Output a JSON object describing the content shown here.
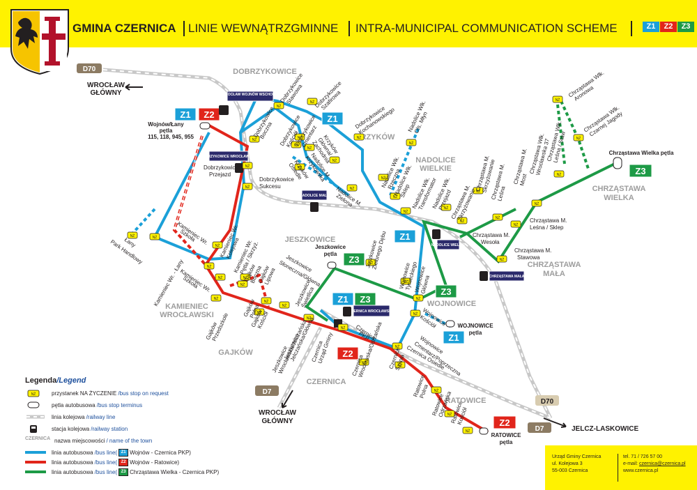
{
  "header": {
    "gmina": "GMINA CZERNICA",
    "title_pl": "LINIE WEWNĄTRZGMINNE",
    "title_en": "INTRA-MUNICIPAL COMMUNICATION SCHEME",
    "lines": [
      {
        "code": "Z1",
        "color": "#1ba0d8"
      },
      {
        "code": "Z2",
        "color": "#e1251b"
      },
      {
        "code": "Z3",
        "color": "#1d9a46"
      }
    ]
  },
  "colors": {
    "z1": "#1ba0d8",
    "z2": "#e1251b",
    "z3": "#1d9a46",
    "rail": "#c8c8c8",
    "yellow": "#fff200",
    "station": "#2b2a6b",
    "road": "#8c7b63"
  },
  "towns": {
    "dobrzykowice": "DOBRZYKOWICE",
    "krzykow": "KRZYKÓW",
    "nadolice_1": "NADOLICE",
    "nadolice_2": "WIELKIE",
    "jeszkowice": "JESZKOWICE",
    "chrzastawa_w_1": "CHRZĄSTAWA",
    "chrzastawa_w_2": "WIELKA",
    "chrzastawa_m_1": "CHRZĄSTAWA",
    "chrzastawa_m_2": "MAŁA",
    "wojnowice": "WOJNOWICE",
    "kamieniec_1": "KAMIENIEC",
    "kamieniec_2": "WROCŁAWSKI",
    "gajkow": "GAJKÓW",
    "czernica": "CZERNICA",
    "ratowice": "RATOWICE"
  },
  "destinations": {
    "wroclaw_top_1": "WROCŁAW",
    "wroclaw_top_2": "GŁÓWNY",
    "wroclaw_bottom_1": "WROCŁAW",
    "wroclaw_bottom_2": "GŁÓWNY",
    "jelcz": "JELCZ-LASKOWICE"
  },
  "roads": {
    "d70_top": "D70",
    "d7_bottom": "D7",
    "d70_right": "D70",
    "d7_right": "D7"
  },
  "stations": {
    "wroclaw_wojnow": "WROCŁAW WOJNÓW WSCHODNI",
    "dobrzykowice_wroc": "DOBRZYKOWICE WROCŁAWSKIE",
    "nadolice_male": "NADOLICE MAŁE",
    "nadolice_wielkie": "NADOLICE WIELKIE",
    "chrzastawa_mala": "CHRZĄSTAWA MAŁA",
    "czernica_wroc": "CZERNICA WROCŁAWSKA"
  },
  "terminals": {
    "wojnow_lany_1": "Wojnów/Łany",
    "wojnow_lany_2": "pętla",
    "wojnow_lany_3": "115, 118, 945, 955",
    "jeszkowice_1": "Jeszkowice",
    "jeszkowice_2": "pętla",
    "wojnowice_1": "WOJNOWICE",
    "wojnowice_2": "pętla",
    "ratowice_1": "RATOWICE",
    "ratowice_2": "pętla",
    "chrzastawa_w": "Chrząstawa Wielka pętla"
  },
  "stop_badge": "NŻ",
  "stops": [
    {
      "id": "dob_stawowa_1",
      "t": "Dobrzykowice"
    },
    {
      "id": "dob_stawowa_2",
      "t": "Stawowa"
    },
    {
      "id": "dob_szafirowa_1",
      "t": "Dobrzykowice"
    },
    {
      "id": "dob_szafirowa_2",
      "t": "Szafirowa"
    },
    {
      "id": "dob_kochan_1",
      "t": "Dobrzykowice"
    },
    {
      "id": "dob_kochan_2",
      "t": "Kochanowskiego"
    },
    {
      "id": "dob_boczna_1",
      "t": "Dobrzykowice"
    },
    {
      "id": "dob_boczna_2",
      "t": "Boczna"
    },
    {
      "id": "dob_kosciol_1",
      "t": "Dobrzykowice"
    },
    {
      "id": "dob_kosciol_2",
      "t": "Kościół"
    },
    {
      "id": "dob_cmentarz_1",
      "t": "Dobrzykowice"
    },
    {
      "id": "dob_cmentarz_2",
      "t": "Cmentarz"
    },
    {
      "id": "krz_glowna_1",
      "t": "Krzyków"
    },
    {
      "id": "krz_glowna_2",
      "t": "Główna/"
    },
    {
      "id": "krz_glowna_3",
      "t": "Zachodnia"
    },
    {
      "id": "nad_krzykowska_1",
      "t": "Nadolice M."
    },
    {
      "id": "nad_krzykowska_2",
      "t": "Krzykowska"
    },
    {
      "id": "krz_osiedle_1",
      "t": "Krzyków"
    },
    {
      "id": "krz_osiedle_2",
      "t": "Osiedle"
    },
    {
      "id": "dob_przejazd_1",
      "t": "Dobrzykowice"
    },
    {
      "id": "dob_przejazd_2",
      "t": "Przejazd"
    },
    {
      "id": "dob_sukcesu_1",
      "t": "Dobrzykowice"
    },
    {
      "id": "dob_sukcesu_2",
      "t": "Sukcesu"
    },
    {
      "id": "nad_zielona_1",
      "t": "Nadolice M."
    },
    {
      "id": "nad_zielona_2",
      "t": "Zielona"
    },
    {
      "id": "nad_rzeczna_1",
      "t": "Nadolice Wlk."
    },
    {
      "id": "nad_rzeczna_2",
      "t": "Rzeczna"
    },
    {
      "id": "nad_olsmlyn_1",
      "t": "Nadolice Wlk."
    },
    {
      "id": "nad_olsmlyn_2",
      "t": "Ols. Młyn"
    },
    {
      "id": "nad_sklep_1",
      "t": "Nadolice Wlk."
    },
    {
      "id": "nad_sklep_2",
      "t": "Sklep"
    },
    {
      "id": "nad_transf_1",
      "t": "Nadolice Wlk."
    },
    {
      "id": "nad_transf_2",
      "t": "Transformator"
    },
    {
      "id": "nad_przejazd_1",
      "t": "Nadolice Wlk."
    },
    {
      "id": "nad_przejazd_2",
      "t": "Przejazd"
    },
    {
      "id": "chm_krzyz_1",
      "t": "Chrząstawa M."
    },
    {
      "id": "chm_krzyz_2",
      "t": "Skrzyżowanie"
    },
    {
      "id": "chm_krzyz2_1",
      "t": "Chrząstawa M."
    },
    {
      "id": "chm_krzyz2_2",
      "t": "Skrzyżowanie"
    },
    {
      "id": "chm_lesna2_1",
      "t": "Chrząstawa M."
    },
    {
      "id": "chm_lesna2_2",
      "t": "Leśna"
    },
    {
      "id": "chm_most_1",
      "t": "Chrząstawa M."
    },
    {
      "id": "chm_most_2",
      "t": "Most"
    },
    {
      "id": "chw_wroc37_1",
      "t": "Chrząstawa Wlk."
    },
    {
      "id": "chw_wroc37_2",
      "t": "Wrocławska 37"
    },
    {
      "id": "chw_lesnastaw_1",
      "t": "Chrząstawa Wlk."
    },
    {
      "id": "chw_lesnastaw_2",
      "t": "Leśna / Staw"
    },
    {
      "id": "chw_aronowa_1",
      "t": "Chrząstawa Wlk."
    },
    {
      "id": "chw_aronowa_2",
      "t": "Aronowa"
    },
    {
      "id": "chw_jagody_1",
      "t": "Chrząstawa Wlk."
    },
    {
      "id": "chw_jagody_2",
      "t": "Czarnej Jagody"
    },
    {
      "id": "chm_lesnasklep_1",
      "t": "Chrząstawa M."
    },
    {
      "id": "chm_lesnasklep_2",
      "t": "Leśna / Sklep"
    },
    {
      "id": "chm_wesola_1",
      "t": "Chrząstawa M."
    },
    {
      "id": "chm_wesola_2",
      "t": "Wesoła"
    },
    {
      "id": "chm_stawowa_1",
      "t": "Chrząstawa M."
    },
    {
      "id": "chm_stawowa_2",
      "t": "Stawowa"
    },
    {
      "id": "lany_1",
      "t": "Łany"
    },
    {
      "id": "lany_2",
      "t": "Park Handlowy"
    },
    {
      "id": "kam_szkola_1",
      "t": "Kamieniec Wr."
    },
    {
      "id": "kam_szkola_2",
      "t": "Szkoła"
    },
    {
      "id": "kam_kolejowa_1",
      "t": "Kamieniec Wr."
    },
    {
      "id": "kam_kolejowa_2",
      "t": "Kolejowa"
    },
    {
      "id": "kam_lany_1",
      "t": "Kamieniec Wr. - Łany"
    },
    {
      "id": "kam_petla_1",
      "t": "Kamieniec Wr."
    },
    {
      "id": "kam_petla_2",
      "t": "Pętla / Skrzyż."
    },
    {
      "id": "kam_szkola2_1",
      "t": "Kamieniec Wr."
    },
    {
      "id": "kam_szkola2_2",
      "t": "Szkoła"
    },
    {
      "id": "gaj_boczna_1",
      "t": "Gajków"
    },
    {
      "id": "gaj_boczna_2",
      "t": "Boczna"
    },
    {
      "id": "gaj_lipowa_1",
      "t": "Gajków"
    },
    {
      "id": "gaj_lipowa_2",
      "t": "Lipowa"
    },
    {
      "id": "gaj_polna_1",
      "t": "Gajków"
    },
    {
      "id": "gaj_polna_2",
      "t": "Polna"
    },
    {
      "id": "gaj_przedszkole_1",
      "t": "Gajków"
    },
    {
      "id": "gaj_przedszkole_2",
      "t": "Przedszkole"
    },
    {
      "id": "gaj_kosciol_1",
      "t": "Gajków"
    },
    {
      "id": "gaj_kosciol_2",
      "t": "Kościół"
    },
    {
      "id": "jes_sloneczna_1",
      "t": "Jeszkowice"
    },
    {
      "id": "jes_sloneczna_2",
      "t": "Słoneczna/Główna"
    },
    {
      "id": "jes_zielony_1",
      "t": "Jeszkowice"
    },
    {
      "id": "jes_zielony_2",
      "t": "Zielonego Dębu"
    },
    {
      "id": "jes_swietlica_1",
      "t": "Jeszkowice"
    },
    {
      "id": "jes_swietlica_2",
      "t": "Świetlica"
    },
    {
      "id": "woj_tynieckiego_1",
      "t": "Wojnowice"
    },
    {
      "id": "woj_tynieckiego_2",
      "t": "Tynieckiego"
    },
    {
      "id": "woj_glowna_1",
      "t": "Wojnowice"
    },
    {
      "id": "woj_glowna_2",
      "t": "Główna"
    },
    {
      "id": "woj_kosciol_1",
      "t": "Wojnowice"
    },
    {
      "id": "woj_kosciol_2",
      "t": "Kościół"
    },
    {
      "id": "woj_cmentarz_1",
      "t": "Wojnowice"
    },
    {
      "id": "woj_cmentarz_2",
      "t": "Cmentarz/Poprzeczna"
    },
    {
      "id": "jes_wroc_1",
      "t": "Jeszkowice"
    },
    {
      "id": "jes_wroc_2",
      "t": "Wrocławska/Jelczańska"
    },
    {
      "id": "jes_jelcz_1",
      "t": "Jeszkowice"
    },
    {
      "id": "jes_jelcz_2",
      "t": "Jelczańska/Główna"
    },
    {
      "id": "cze_urzad_1",
      "t": "Czernica"
    },
    {
      "id": "cze_urzad_2",
      "t": "Urząd Gminy"
    },
    {
      "id": "cze_pkp_1",
      "t": "Czernica"
    },
    {
      "id": "cze_pkp_2",
      "t": "PKP"
    },
    {
      "id": "cze_osiedle_1",
      "t": "Czernica Osiedle"
    },
    {
      "id": "cze_odrz_1",
      "t": "Czernica"
    },
    {
      "id": "cze_odrz_2",
      "t": "Wrocławska/Odrzańska"
    },
    {
      "id": "cze_szkola_1",
      "t": "Czernica"
    },
    {
      "id": "cze_szkola_2",
      "t": "Szkoła"
    },
    {
      "id": "rat_polna_1",
      "t": "Ratowice"
    },
    {
      "id": "rat_polna_2",
      "t": "Polna"
    },
    {
      "id": "rat_odrz_1",
      "t": "Ratowice"
    },
    {
      "id": "rat_odrz_2",
      "t": "Odrzańska"
    },
    {
      "id": "rat_kosciol_1",
      "t": "Ratowice"
    },
    {
      "id": "rat_kosciol_2",
      "t": "Kościół"
    }
  ],
  "legend": {
    "title_pl": "Legenda",
    "title_en": "/Legend",
    "nz_pl": "przystanek NA ŻYCZENIE",
    "nz_en": "/bus stop on request",
    "term_pl": "pętla autobusowa",
    "term_en": "/bus stop terminus",
    "rail_pl": "linia kolejowa",
    "rail_en": "/railway line",
    "station_pl": "stacja kolejowa",
    "station_en": "/railway station",
    "town_sample": "CZERNICA",
    "town_pl": "nazwa miejscowości",
    "town_en": "/ name of the town",
    "bus_pl": "linia autobusowa",
    "bus_en": "/bus line(",
    "z1_route": "Wojnów - Czernica PKP)",
    "z2_route": "Wojnów - Ratowice)",
    "z3_route": "Chrząstawa Wielka - Czernica PKP)"
  },
  "contact": {
    "office": "Urząd Gminy Czernica",
    "street": "ul. Kolejowa 3",
    "postal": "55-003 Czernica",
    "tel": "tel. 71 / 726 57 00",
    "email_label": "e-mail:",
    "email": "czernica@czernica.pl",
    "web": "www.czernica.pl"
  }
}
